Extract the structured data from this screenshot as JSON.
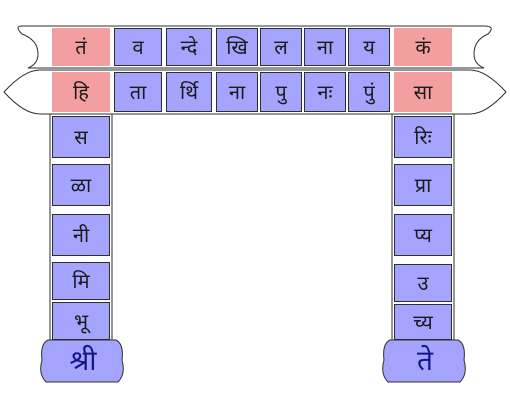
{
  "colors": {
    "pink": "#f39f9f",
    "blue": "#a4a4ff",
    "outline": "#2f2f2f",
    "baseText": "#15158a"
  },
  "top_row": {
    "cells": [
      {
        "text": "तं",
        "color": "pink"
      },
      {
        "text": "व",
        "color": "blue"
      },
      {
        "text": "न्दे",
        "color": "blue"
      },
      {
        "text": "खि",
        "color": "blue"
      },
      {
        "text": "ल",
        "color": "blue"
      },
      {
        "text": "ना",
        "color": "blue"
      },
      {
        "text": "य",
        "color": "blue"
      },
      {
        "text": "कं",
        "color": "pink"
      }
    ]
  },
  "second_row": {
    "cells": [
      {
        "text": "हि",
        "color": "pink"
      },
      {
        "text": "ता",
        "color": "blue"
      },
      {
        "text": "र्थि",
        "color": "blue"
      },
      {
        "text": "ना",
        "color": "blue"
      },
      {
        "text": "पु",
        "color": "blue"
      },
      {
        "text": "नः",
        "color": "blue"
      },
      {
        "text": "पुं",
        "color": "blue"
      },
      {
        "text": "सा",
        "color": "pink"
      }
    ]
  },
  "left_pillar": {
    "cells": [
      "स",
      "ळा",
      "नी",
      "मि",
      "भू"
    ],
    "base": "श्री"
  },
  "right_pillar": {
    "cells": [
      "रिः",
      "प्रा",
      "प्य",
      "उ",
      "च्य"
    ],
    "base": "ते"
  }
}
